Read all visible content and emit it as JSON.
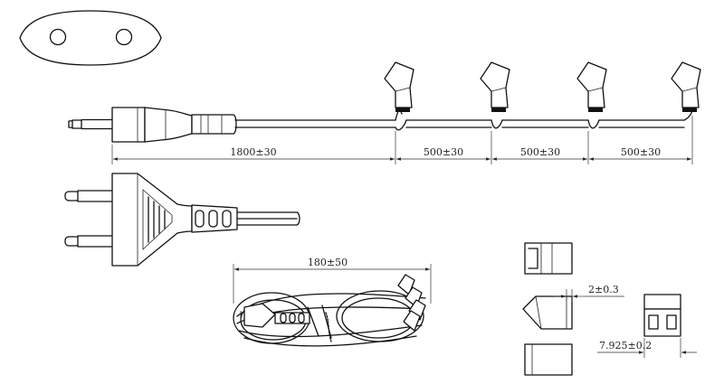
{
  "dimensions": {
    "cord_main": "1800±30",
    "branch_1": "500±30",
    "branch_2": "500±30",
    "branch_3": "500±30",
    "coil": "180±50",
    "clip_wall": "2±0.3",
    "clip_width": "7.925±0.2"
  },
  "colors": {
    "line": "#111111",
    "background": "#ffffff"
  }
}
